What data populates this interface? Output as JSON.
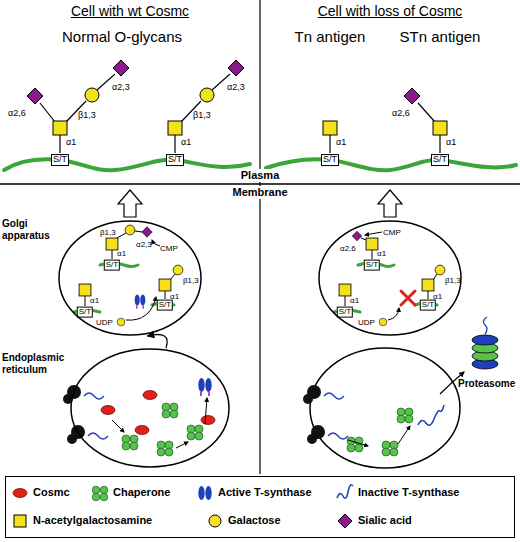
{
  "diagram": {
    "nodes": [
      {
        "text": [
          "Golgi apparatus",
          "CMP",
          "UDP"
        ]
      },
      {
        "text": [
          "Endoplasmic reticulum"
        ]
      },
      {
        "text": [
          "CMP",
          "UDP"
        ]
      }
    ],
    "edges": [
      {
        "from": 1,
        "to": 0,
        "arrow": "to"
      }
    ],
    "labels": [
      "Cell with wt Cosmc",
      "Cell with loss of Cosmc",
      "Normal O-glycans",
      "Tn antigen",
      "STn antigen",
      "α2,6",
      "α2,3",
      "β1,3",
      "α1",
      "S/T",
      "α2,3",
      "β1,3",
      "α1",
      "S/T",
      "Plasma",
      "Membrane",
      "α1",
      "S/T",
      "α2,6",
      "α1",
      "S/T",
      "α2,3",
      "β1,3",
      "α1",
      "S/T",
      "α1",
      "S/T",
      "β1,3",
      "α1",
      "S/T",
      "α2,6",
      "α1",
      "S/T",
      "α1",
      "S/T",
      "β1,3",
      "α1",
      "S/T",
      "Proteasome"
    ],
    "legend": [
      {
        "text": "Cosmc",
        "color": "#e0211b"
      },
      {
        "text": "Chaperone",
        "color": "#58c24f"
      },
      {
        "text": "Active T-synthase",
        "color": "#1f3fbf"
      },
      {
        "text": "Inactive T-synthase"
      },
      {
        "text": "N-acetylgalactosamine",
        "color": "#f5e11b"
      },
      {
        "text": "Galactose",
        "color": "#f5e11b"
      },
      {
        "text": "Sialic acid",
        "color": "#8b1a8b"
      }
    ]
  }
}
